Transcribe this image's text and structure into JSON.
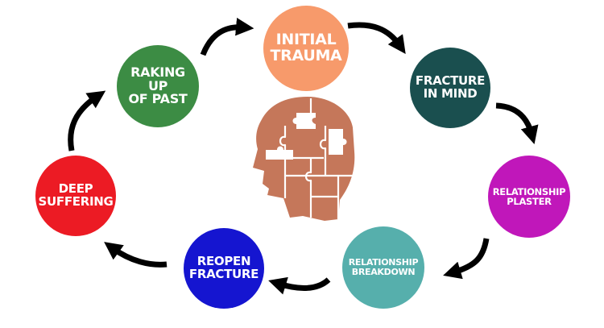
{
  "colors": {
    "initial_trauma": "#F79A6B",
    "fracture_in_mind": "#1A4F4F",
    "relationship_plaster": "#C017BA",
    "relationship_breakdown": "#56AFAC",
    "reopen_fracture": "#1515D0",
    "deep_suffering": "#EC1B24",
    "raking_up_of_past": "#3C8C44",
    "head": "#C5775A",
    "arrow": "#000000"
  },
  "cycle": [
    {
      "id": "initial_trauma",
      "label": "INITIAL\nTRAUMA"
    },
    {
      "id": "fracture_in_mind",
      "label": "FRACTURE\nIN MIND"
    },
    {
      "id": "relationship_plaster",
      "label": "RELATIONSHIP\nPLASTER"
    },
    {
      "id": "relationship_breakdown",
      "label": "RELATIONSHIP\nBREAKDOWN"
    },
    {
      "id": "reopen_fracture",
      "label": "REOPEN\nFRACTURE"
    },
    {
      "id": "deep_suffering",
      "label": "DEEP\nSUFFERING"
    },
    {
      "id": "raking_up_of_past",
      "label": "RAKING\nUP\nOF PAST"
    }
  ],
  "center_icon": "puzzle-head-icon"
}
